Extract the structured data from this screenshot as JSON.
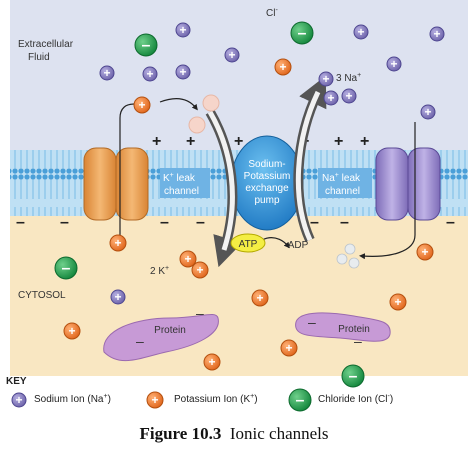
{
  "labels": {
    "extracellular_line1": "Extracellular",
    "extracellular_line2": "Fluid",
    "cytosol": "CYTOSOL",
    "cl_top": "Cl",
    "cl_top_sup": "-",
    "na3": "3 Na",
    "na3_sup": "+",
    "k_channel_line1": "K",
    "k_channel_sup": "+",
    "k_channel_line1_rest": " leak",
    "k_channel_line2": "channel",
    "na_channel_line1": "Na",
    "na_channel_sup": "+",
    "na_channel_line1_rest": " leak",
    "na_channel_line2": "channel",
    "pump_line1": "Sodium-",
    "pump_line2": "Potassium",
    "pump_line3": "exchange",
    "pump_line4": "pump",
    "atp": "ATP",
    "adp": "ADP",
    "k2": "2 K",
    "k2_sup": "+",
    "protein1": "Protein",
    "protein2": "Protein"
  },
  "key": {
    "title": "KEY",
    "sodium": "Sodium Ion (Na",
    "sodium_sup": "+",
    "potassium": "Potassium Ion (K",
    "potassium_sup": "+",
    "chloride": "Chloride Ion (Cl",
    "chloride_sup": "-",
    "close": ")"
  },
  "caption": {
    "number": "Figure 10.3",
    "title": "Ionic channels"
  },
  "colors": {
    "extracellular": "#dde2f0",
    "cytosol": "#f9e7c2",
    "membrane": "#5aa7d9",
    "sodium": "#8f86c4",
    "potassium": "#ee7a2f",
    "chloride": "#2aa255",
    "k_channel": "#e79a4f",
    "na_channel": "#9e8cd0",
    "pump": "#2f8fd3",
    "protein": "#c79ad6"
  }
}
